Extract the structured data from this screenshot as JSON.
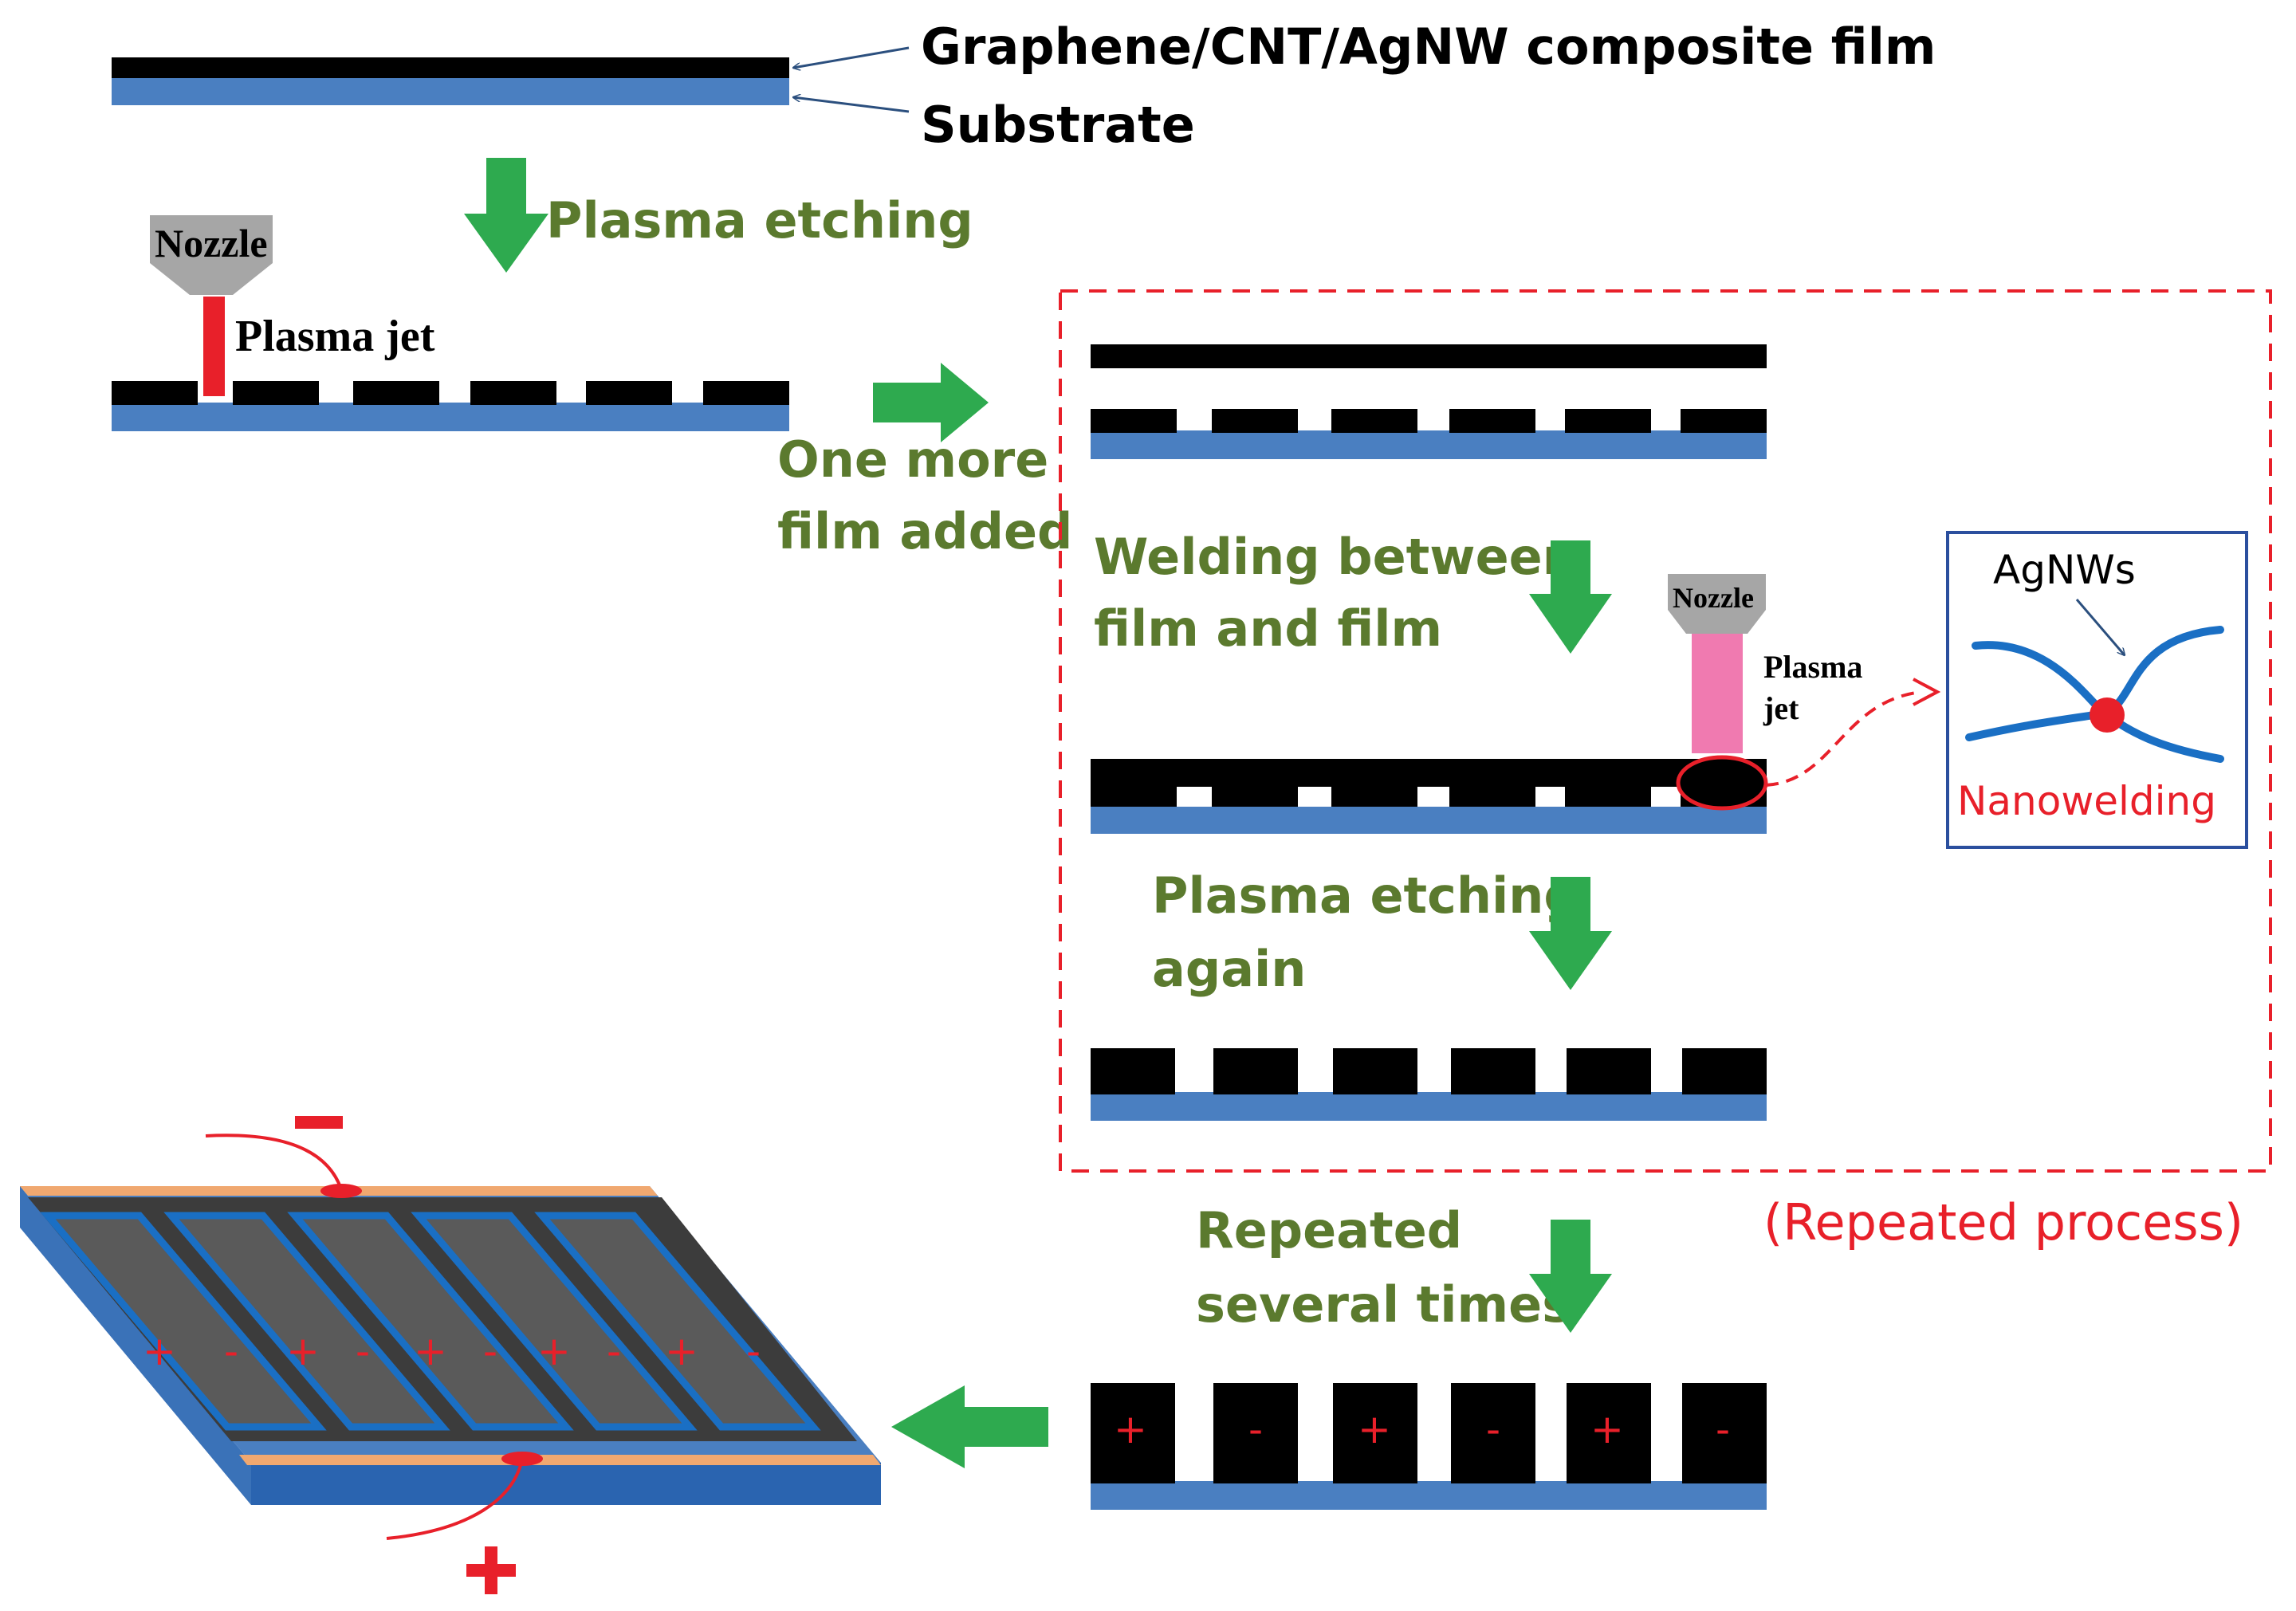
{
  "labels": {
    "composite_film": "Graphene/CNT/AgNW composite film",
    "substrate": "Substrate",
    "plasma_etching": "Plasma etching",
    "nozzle": "Nozzle",
    "plasma_jet": "Plasma jet",
    "one_more_1": "One more",
    "one_more_2": "film added",
    "welding_1": "Welding between",
    "welding_2": "film and film",
    "nozzle_small": "Nozzle",
    "plasma_small": "Plasma",
    "jet_small": "jet",
    "agnws": "AgNWs",
    "nanowelding": "Nanowelding",
    "etch_again_1": "Plasma etching",
    "etch_again_2": "again",
    "repeated_1": "Repeated",
    "repeated_2": "several times",
    "repeated_process": "(Repeated process)"
  },
  "signs": {
    "plus": "+",
    "minus": "-"
  },
  "colors": {
    "film": "#000000",
    "substrate": "#4a7fc1",
    "green_arrow": "#2eaa4f",
    "green_text": "#5b7a2e",
    "red": "#e8202a",
    "pink_jet": "#f07ab0",
    "nozzle_gray": "#a6a6a6",
    "nanowire_blue": "#1a6fc4",
    "inset_border": "#2b4f9e",
    "copper": "#f0a870",
    "device_gray": "#3c3c3c"
  },
  "icons": [
    "nozzle-icon",
    "down-arrow-icon",
    "right-arrow-icon",
    "left-arrow-icon",
    "nanowire-junction-icon"
  ]
}
